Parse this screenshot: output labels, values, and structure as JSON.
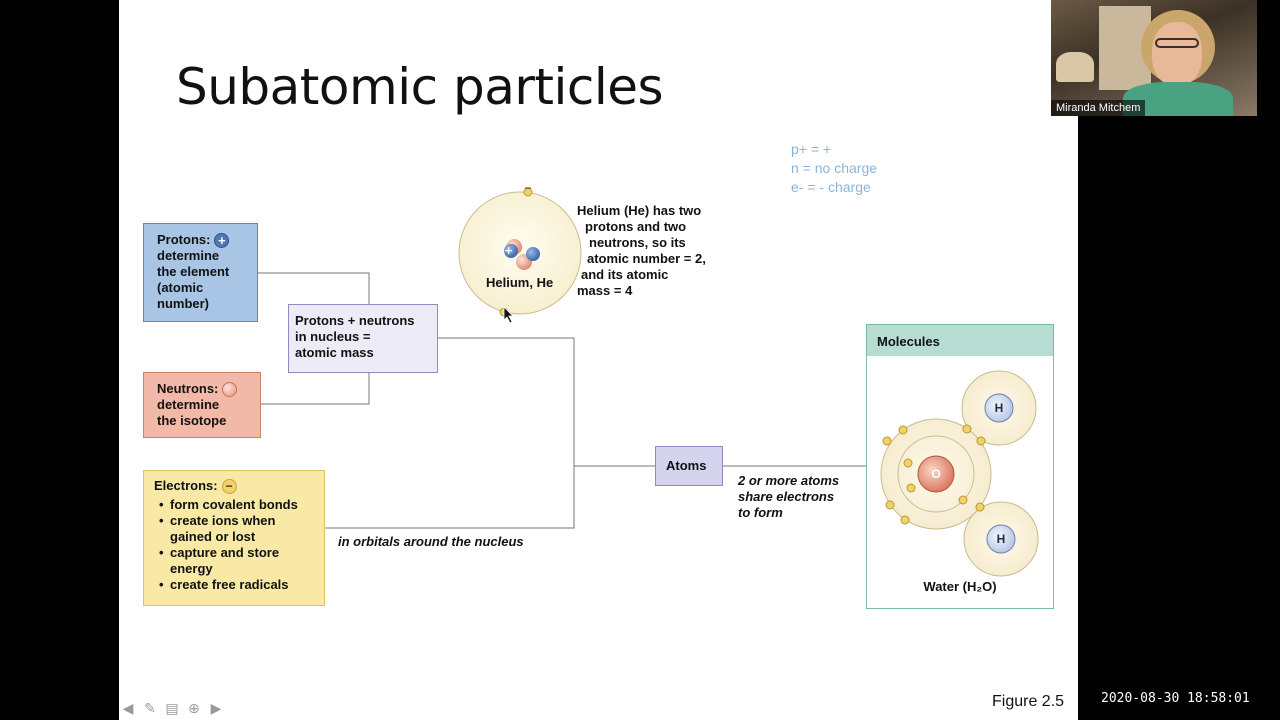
{
  "slide": {
    "title": "Subatomic particles",
    "charge_note": [
      "p+ = +",
      "n = no charge",
      "e- = - charge"
    ],
    "protons_box": {
      "label": "Protons:",
      "lines": [
        "determine",
        "the element",
        "(atomic",
        "number)"
      ],
      "icon": "+"
    },
    "neutrons_box": {
      "label": "Neutrons:",
      "lines": [
        "determine",
        "the isotope"
      ]
    },
    "electrons_box": {
      "label": "Electrons:",
      "icon": "−",
      "bullets": [
        "form covalent bonds",
        "create ions when gained or lost",
        "capture and store energy",
        "create free radicals"
      ]
    },
    "nucleus_box": {
      "lines": [
        "Protons + neutrons",
        "in nucleus =",
        "atomic mass"
      ]
    },
    "helium": {
      "label": "Helium, He",
      "caption": [
        "Helium (He) has two",
        "protons and two",
        "neutrons, so its",
        "atomic number = 2,",
        "and its atomic",
        "mass = 4"
      ],
      "nucleus_plus": [
        "+",
        "+"
      ],
      "electron_minus": "−"
    },
    "atoms_box": {
      "label": "Atoms"
    },
    "orbitals_label": "in orbitals around the nucleus",
    "share_label": [
      "2 or more atoms",
      "share electrons",
      "to form"
    ],
    "molecules_box": {
      "header": "Molecules",
      "caption": "Water (H₂O)",
      "atom_o": "O",
      "atom_h1": "H",
      "atom_h2": "H"
    },
    "figure_label": "Figure 2.5"
  },
  "navigation": {
    "icons": [
      "arrow-left-icon",
      "pen-icon",
      "slides-icon",
      "zoom-icon",
      "arrow-right-icon"
    ]
  },
  "webcam": {
    "participant_name": "Miranda Mitchem"
  },
  "timestamp": "2020-08-30  18:58:01",
  "colors": {
    "proton": "#a9c5e6",
    "neutron": "#f2b9a8",
    "electron": "#f8e9a6",
    "nucleus": "#ecebf7",
    "molecule": "#cfe9e2",
    "note": "#8ab4d6"
  }
}
